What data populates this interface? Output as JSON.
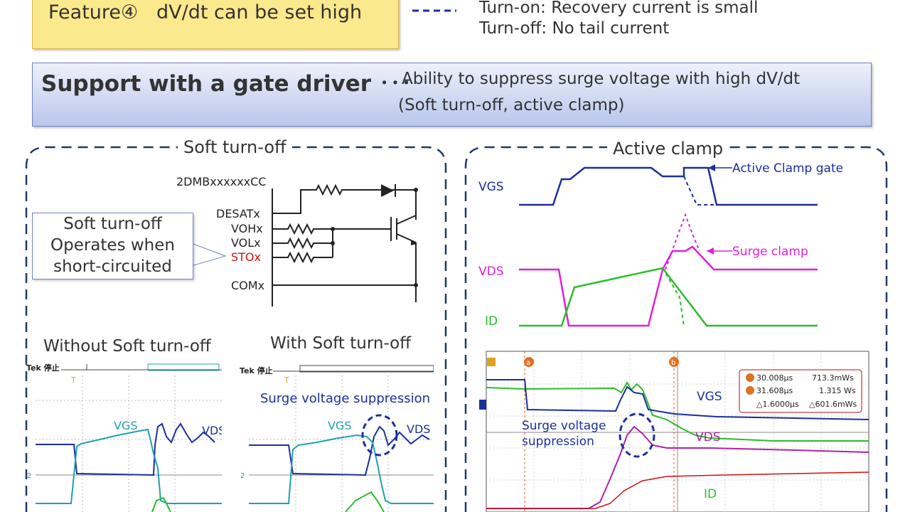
{
  "feature": {
    "label": "Feature④",
    "text": "dV/dt can be set high"
  },
  "legend": {
    "line1": "Turn-on: Recovery current is small",
    "line2": "Turn-off: No tail current"
  },
  "support": {
    "title": "Support with a gate driver",
    "dots": "･･･",
    "desc1": "Ability to suppress surge voltage with high dV/dt",
    "desc2": "(Soft turn-off, active clamp)"
  },
  "soft_turnoff": {
    "title": "Soft turn-off",
    "chip_name": "2DMBxxxxxxCC",
    "pins": [
      "DESATx",
      "VOHx",
      "VOLx",
      "STOx",
      "COMx"
    ],
    "callout": [
      "Soft turn-off",
      "Operates when",
      "short-circuited"
    ],
    "without_title": "Without Soft turn-off",
    "with_title": "With Soft turn-off",
    "scope_brand": "Tek 停止",
    "vgs_label": "VGS",
    "vds_label": "VDS",
    "surge_label": "Surge voltage suppression"
  },
  "active_clamp": {
    "title": "Active clamp",
    "vgs_label": "VGS",
    "vds_label": "VDS",
    "id_label": "ID",
    "gate_label": "Active Clamp gate",
    "surge_label": "Surge clamp",
    "scope": {
      "vgs": "VGS",
      "vds": "VDS",
      "id": "ID",
      "surge1": "Surge voltage",
      "surge2": "suppression",
      "cursor_a": "a",
      "cursor_b": "b",
      "meas": [
        [
          "30.008μs",
          "713.3mWs"
        ],
        [
          "31.608μs",
          "1.315 Ws"
        ],
        [
          "△1.6000μs",
          "△601.6mWs"
        ]
      ]
    }
  },
  "colors": {
    "blue": "#1b2f9e",
    "magenta": "#e020d8",
    "green": "#2dbb2d",
    "teal": "#20a0b0",
    "red": "#d01010"
  }
}
